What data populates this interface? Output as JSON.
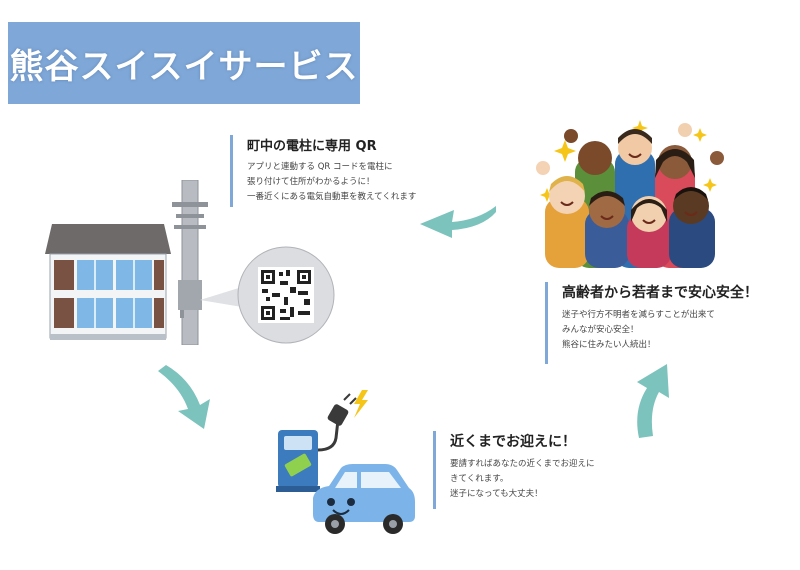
{
  "title": "熊谷スイスイサービス",
  "colors": {
    "banner": "#7fa8d8",
    "arrow": "#7cc2bd",
    "accent_line": "#7fa8d8"
  },
  "steps": [
    {
      "heading": "町中の電柱に専用 QR",
      "lines": [
        "アプリと連動する QR コードを電柱に",
        "張り付けて住所がわかるように！",
        "一番近くにある電気自動車を教えてくれます"
      ],
      "illustration": "house-utility-pole-qr-code"
    },
    {
      "heading": "近くまでお迎えに！",
      "lines": [
        "要請すればあなたの近くまでお迎えに",
        "きてくれます。",
        "迷子になっても大丈夫！"
      ],
      "illustration": "ev-charger-and-car"
    },
    {
      "heading": "高齢者から若者まで安心安全！",
      "lines": [
        "迷子や行方不明者を減らすことが出来て",
        "みんなが安心安全！",
        "熊谷に住みたい人続出！"
      ],
      "illustration": "cheering-crowd"
    }
  ],
  "arrows": [
    "curved-arrow-down",
    "curved-arrow-up",
    "curved-arrow-left"
  ]
}
